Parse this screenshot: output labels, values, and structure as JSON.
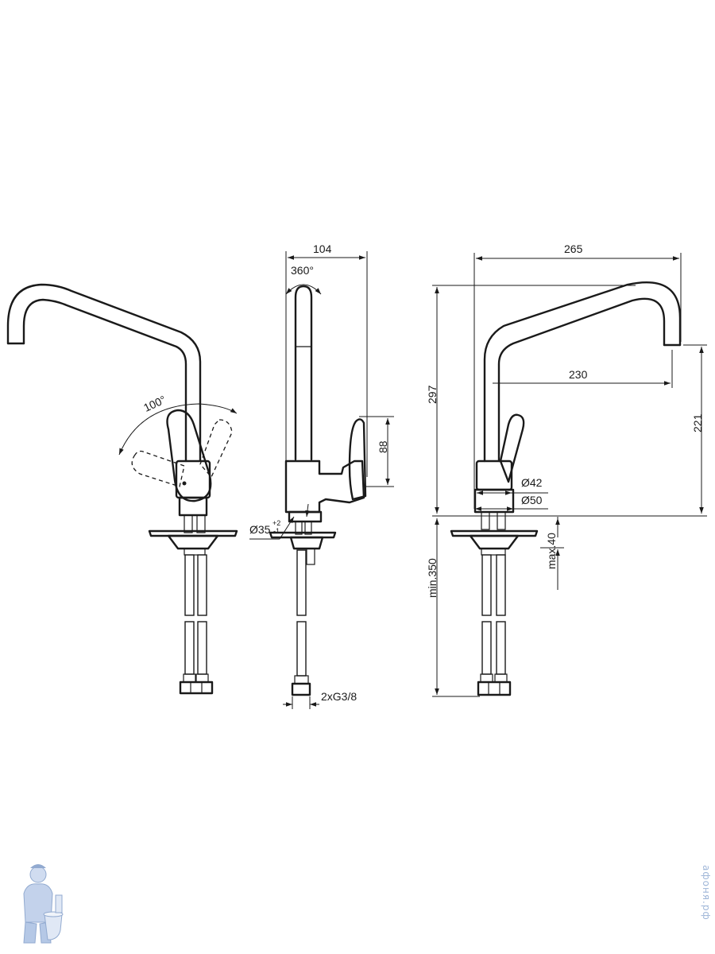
{
  "dimensions": {
    "lever_angle": "100°",
    "rotation": "360°",
    "side_width": "104",
    "lever_height": "88",
    "hole_diameter": "Ø35",
    "hole_tol_plus": "+2",
    "hole_tol_minus": "-1",
    "connection": "2xG3/8",
    "total_reach": "265",
    "spout_reach": "230",
    "total_height": "297",
    "spout_height": "221",
    "body_d42": "Ø42",
    "body_d50": "Ø50",
    "max_thickness": "max.40",
    "hose_length": "min.350"
  },
  "watermark": {
    "text": "афоня.рф"
  },
  "colors": {
    "line": "#1a1a1a",
    "watermark": "#9fb6d8"
  }
}
